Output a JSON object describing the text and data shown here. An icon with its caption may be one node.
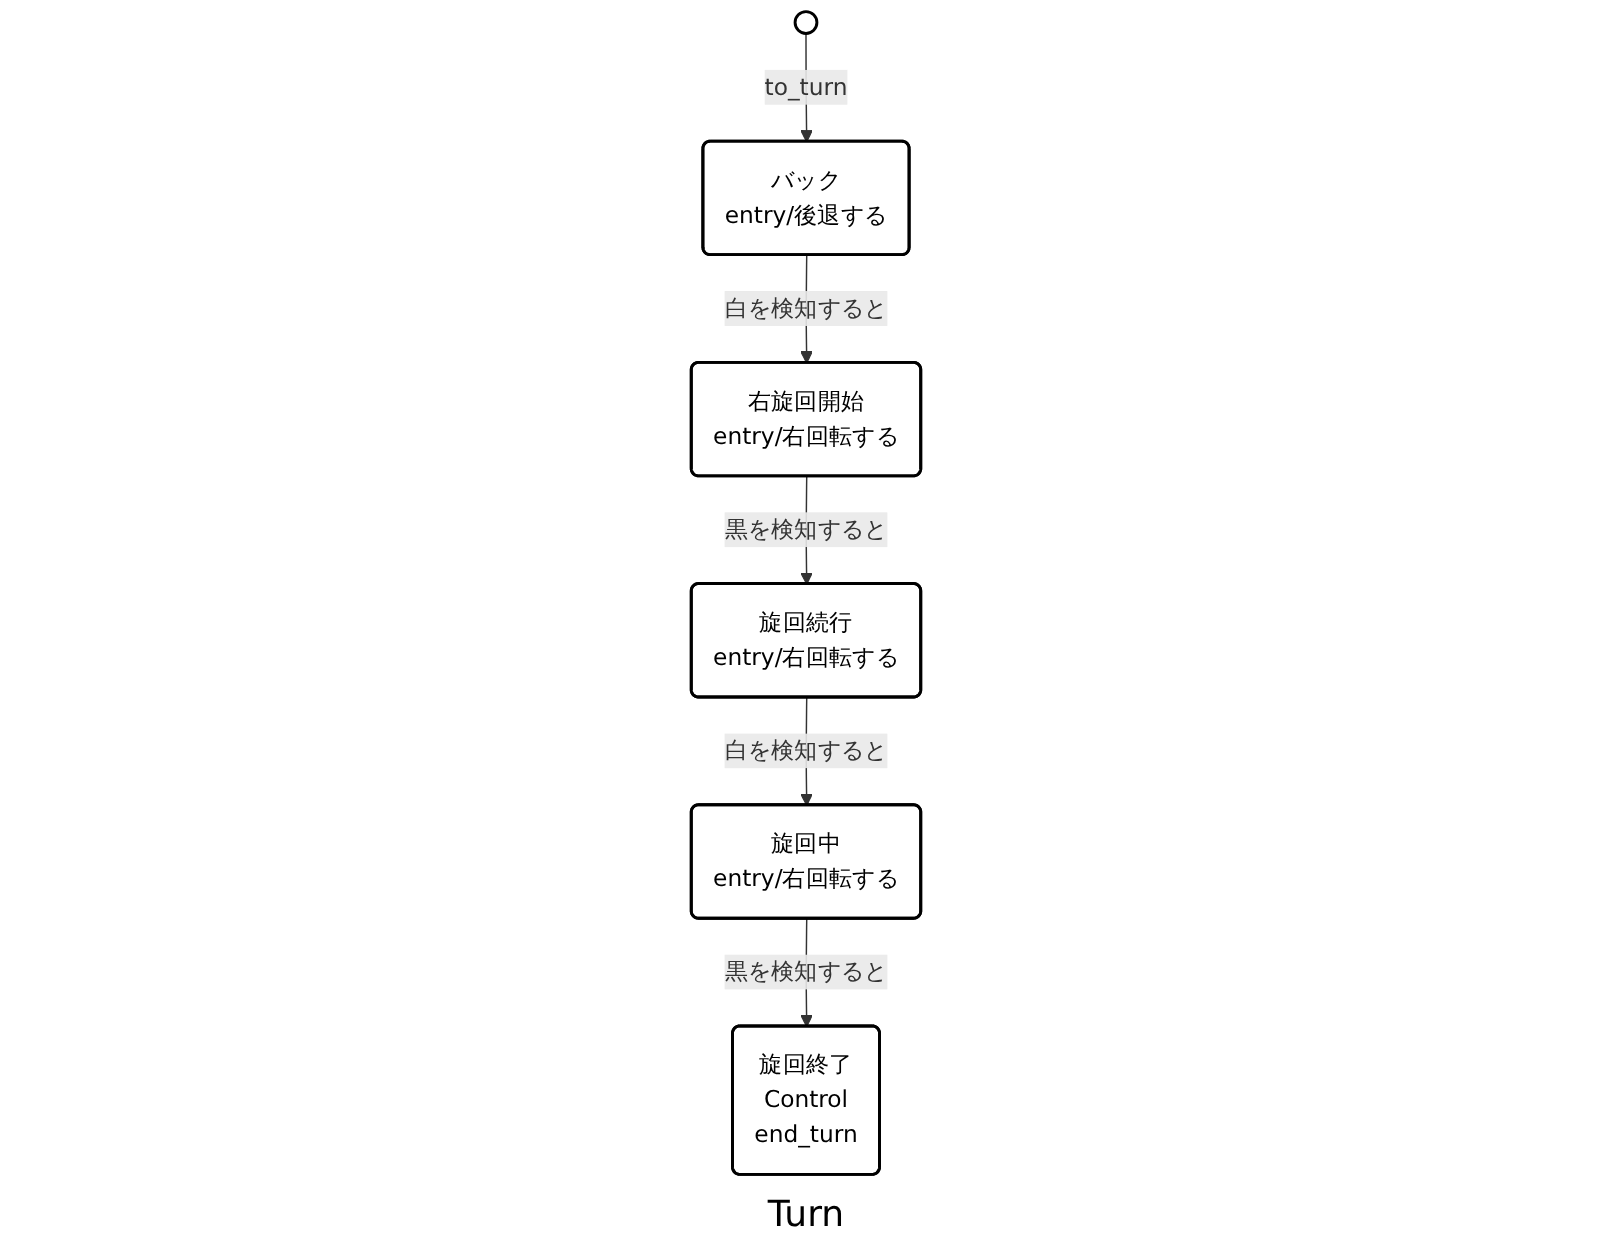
{
  "diagram": {
    "caption": "Turn",
    "nodes": [
      {
        "text": [],
        "shape": "circle"
      },
      {
        "text": [
          "バック",
          "entry/後退する"
        ]
      },
      {
        "text": [
          "右旋回開始",
          "entry/右回転する"
        ]
      },
      {
        "text": [
          "旋回続行",
          "entry/右回転する"
        ]
      },
      {
        "text": [
          "旋回中",
          "entry/右回転する"
        ]
      },
      {
        "text": [
          "旋回終了",
          "Control",
          "end_turn"
        ]
      }
    ],
    "edges": [
      {
        "from": 0,
        "to": 1,
        "arrow": "to",
        "label": "to_turn"
      },
      {
        "from": 1,
        "to": 2,
        "arrow": "to",
        "label": "白を検知すると"
      },
      {
        "from": 2,
        "to": 3,
        "arrow": "to",
        "label": "黒を検知すると"
      },
      {
        "from": 3,
        "to": 4,
        "arrow": "to",
        "label": "白を検知すると"
      },
      {
        "from": 4,
        "to": 5,
        "arrow": "to",
        "label": "黒を検知すると"
      }
    ]
  }
}
